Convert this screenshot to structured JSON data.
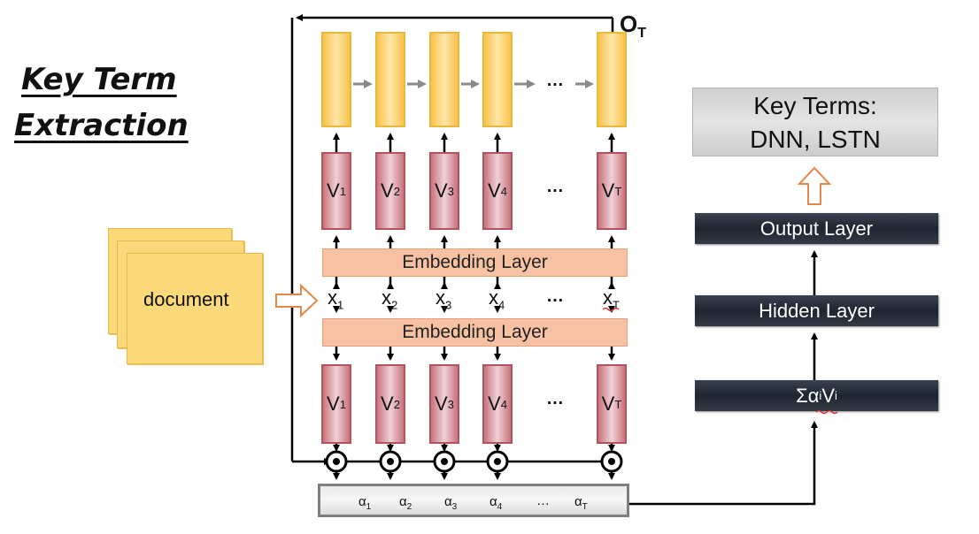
{
  "title": {
    "line1": "Key Term",
    "line2": "Extraction"
  },
  "document_label": "document",
  "top_output_label": "O",
  "top_output_sub": "T",
  "v_label": "V",
  "v_subs": [
    "1",
    "2",
    "3",
    "4",
    "T"
  ],
  "x_label": "x",
  "x_subs": [
    "1",
    "2",
    "3",
    "4",
    "T"
  ],
  "ellipsis": "…",
  "embedding_upper": "Embedding Layer",
  "embedding_lower": "Embedding Layer",
  "alpha_label": "α",
  "alpha_subs": [
    "1",
    "2",
    "3",
    "4",
    "T"
  ],
  "right": {
    "key_terms_line1": "Key Terms:",
    "key_terms_line2": "DNN, LSTN",
    "output_layer": "Output Layer",
    "hidden_layer": "Hidden Layer",
    "sum_prefix": "Σα",
    "sum_sub_i": "i",
    "sum_v": "V",
    "sum_sub_i2": "i"
  },
  "colors": {
    "gold_fill": "#fde7a8",
    "gold_border": "#eab93c",
    "red_fill": "#e8b9bf",
    "red_border": "#b4535e",
    "embedding_fill": "#f7c2a3",
    "dark_box": "#262d38",
    "gray_box": "#d9d9d9",
    "document": "#fcd97a"
  }
}
